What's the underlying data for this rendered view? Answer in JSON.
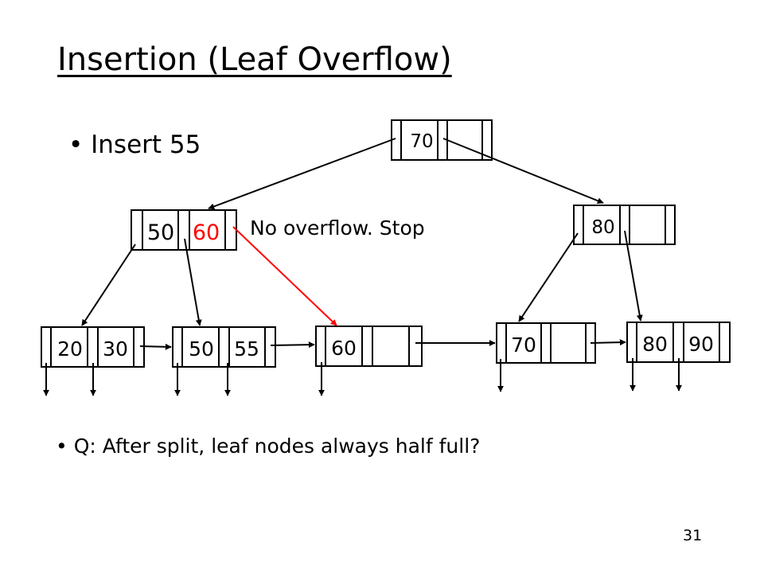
{
  "slide": {
    "title": "Insertion (Leaf Overflow)",
    "bullet1": "• Insert 55",
    "note": "No overflow. Stop",
    "bullet2": "• Q: After split, leaf nodes always half full?",
    "page_number": "31"
  },
  "tree": {
    "root": {
      "keys": [
        "70"
      ]
    },
    "internal_left": {
      "keys": [
        "50",
        "60"
      ],
      "highlighted_key": "60"
    },
    "internal_right": {
      "keys": [
        "80"
      ]
    },
    "leaves": [
      {
        "keys": [
          "20",
          "30"
        ]
      },
      {
        "keys": [
          "50",
          "55"
        ]
      },
      {
        "keys": [
          "60"
        ]
      },
      {
        "keys": [
          "70"
        ]
      },
      {
        "keys": [
          "80",
          "90"
        ]
      }
    ]
  },
  "colors": {
    "highlight": "#ff0000",
    "line": "#000000"
  }
}
